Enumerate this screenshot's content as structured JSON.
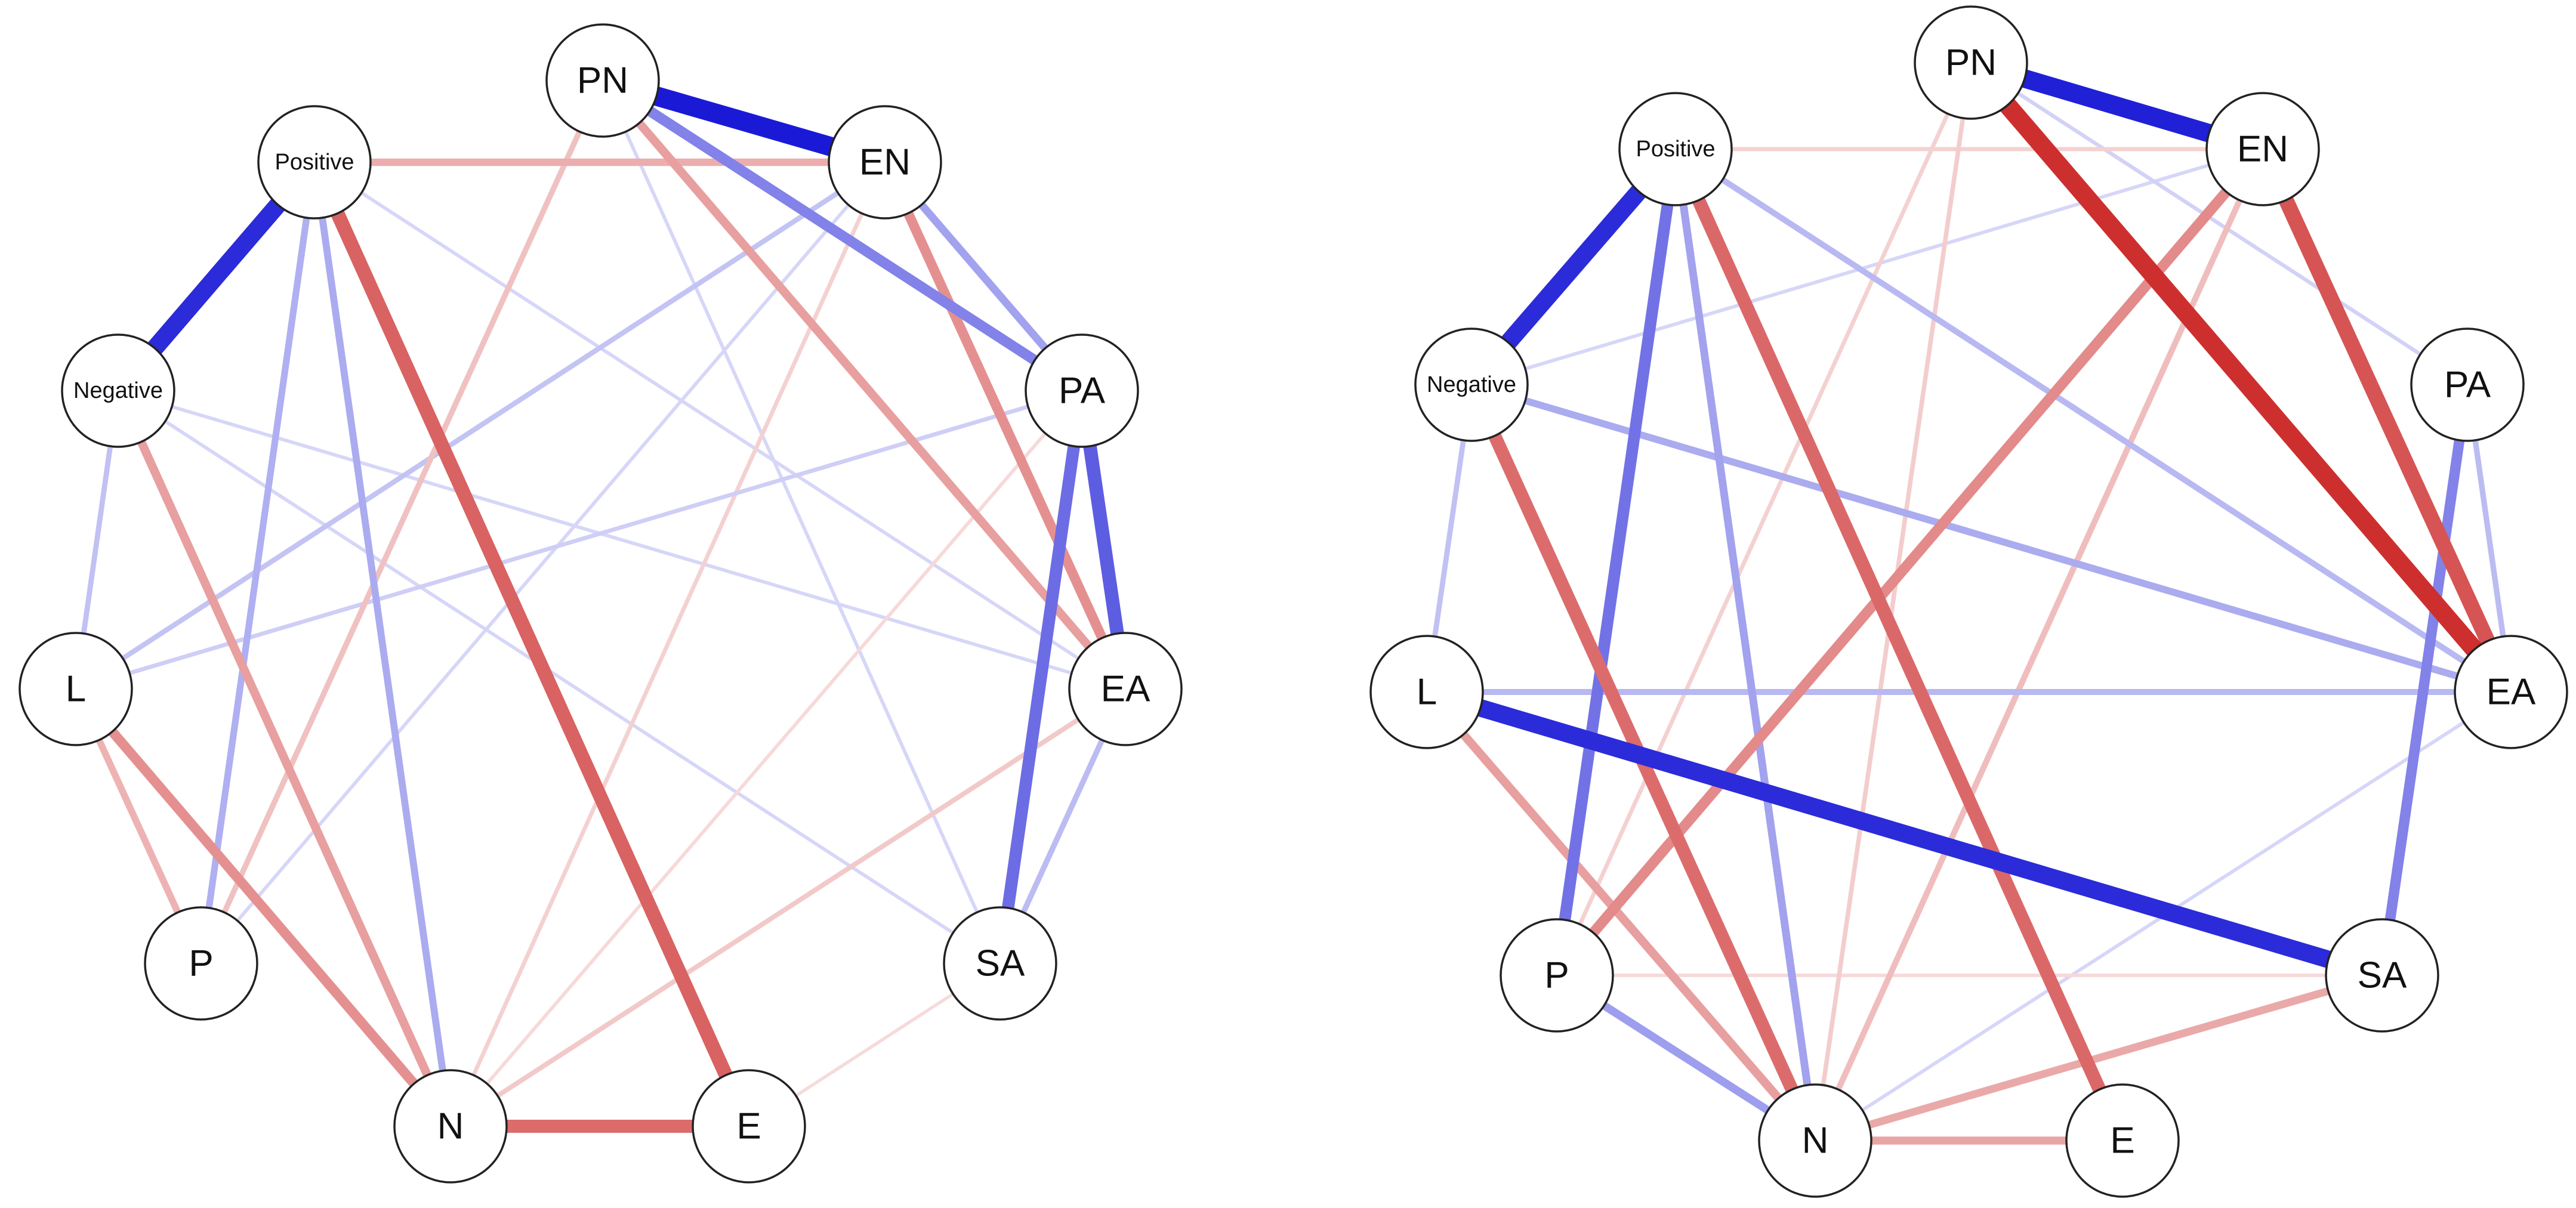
{
  "colors": {
    "positive": "#1a1ad6",
    "negative": "#cc2a2a",
    "node_fill": "#ffffff",
    "node_stroke": "#222222"
  },
  "networks": [
    {
      "id": "left",
      "nodes": [
        {
          "id": "PN",
          "label": "PN"
        },
        {
          "id": "EN",
          "label": "EN"
        },
        {
          "id": "PA",
          "label": "PA"
        },
        {
          "id": "EA",
          "label": "EA"
        },
        {
          "id": "SA",
          "label": "SA"
        },
        {
          "id": "E",
          "label": "E"
        },
        {
          "id": "N",
          "label": "N"
        },
        {
          "id": "P",
          "label": "P"
        },
        {
          "id": "L",
          "label": "L"
        },
        {
          "id": "Negative",
          "label": "Negative"
        },
        {
          "id": "Positive",
          "label": "Positive"
        }
      ],
      "edges": [
        {
          "from": "PN",
          "to": "EN",
          "weight": 0.95,
          "sign": "positive"
        },
        {
          "from": "PN",
          "to": "PA",
          "weight": 0.45,
          "sign": "positive"
        },
        {
          "from": "PN",
          "to": "EA",
          "weight": 0.35,
          "sign": "negative"
        },
        {
          "from": "PN",
          "to": "P",
          "weight": 0.18,
          "sign": "negative"
        },
        {
          "from": "PN",
          "to": "SA",
          "weight": 0.06,
          "sign": "positive"
        },
        {
          "from": "EN",
          "to": "Positive",
          "weight": 0.28,
          "sign": "negative"
        },
        {
          "from": "EN",
          "to": "EA",
          "weight": 0.42,
          "sign": "negative"
        },
        {
          "from": "EN",
          "to": "PA",
          "weight": 0.3,
          "sign": "positive"
        },
        {
          "from": "EN",
          "to": "L",
          "weight": 0.15,
          "sign": "positive"
        },
        {
          "from": "EN",
          "to": "N",
          "weight": 0.1,
          "sign": "negative"
        },
        {
          "from": "EN",
          "to": "P",
          "weight": 0.06,
          "sign": "positive"
        },
        {
          "from": "PA",
          "to": "EA",
          "weight": 0.62,
          "sign": "positive"
        },
        {
          "from": "PA",
          "to": "SA",
          "weight": 0.55,
          "sign": "positive"
        },
        {
          "from": "PA",
          "to": "L",
          "weight": 0.1,
          "sign": "positive"
        },
        {
          "from": "EA",
          "to": "SA",
          "weight": 0.18,
          "sign": "positive"
        },
        {
          "from": "EA",
          "to": "N",
          "weight": 0.14,
          "sign": "negative"
        },
        {
          "from": "EA",
          "to": "Negative",
          "weight": 0.06,
          "sign": "positive"
        },
        {
          "from": "EA",
          "to": "Positive",
          "weight": 0.06,
          "sign": "positive"
        },
        {
          "from": "Positive",
          "to": "Negative",
          "weight": 0.85,
          "sign": "positive"
        },
        {
          "from": "Positive",
          "to": "E",
          "weight": 0.65,
          "sign": "negative"
        },
        {
          "from": "Positive",
          "to": "N",
          "weight": 0.26,
          "sign": "positive"
        },
        {
          "from": "Positive",
          "to": "P",
          "weight": 0.24,
          "sign": "positive"
        },
        {
          "from": "Negative",
          "to": "N",
          "weight": 0.35,
          "sign": "negative"
        },
        {
          "from": "Negative",
          "to": "L",
          "weight": 0.16,
          "sign": "positive"
        },
        {
          "from": "Negative",
          "to": "SA",
          "weight": 0.06,
          "sign": "positive"
        },
        {
          "from": "L",
          "to": "N",
          "weight": 0.42,
          "sign": "negative"
        },
        {
          "from": "L",
          "to": "P",
          "weight": 0.25,
          "sign": "negative"
        },
        {
          "from": "N",
          "to": "E",
          "weight": 0.6,
          "sign": "negative"
        },
        {
          "from": "N",
          "to": "PA",
          "weight": 0.06,
          "sign": "negative"
        },
        {
          "from": "E",
          "to": "SA",
          "weight": 0.05,
          "sign": "negative"
        }
      ]
    },
    {
      "id": "right",
      "nodes": [
        {
          "id": "PN",
          "label": "PN"
        },
        {
          "id": "EN",
          "label": "EN"
        },
        {
          "id": "PA",
          "label": "PA"
        },
        {
          "id": "EA",
          "label": "EA"
        },
        {
          "id": "SA",
          "label": "SA"
        },
        {
          "id": "E",
          "label": "E"
        },
        {
          "id": "N",
          "label": "N"
        },
        {
          "id": "P",
          "label": "P"
        },
        {
          "id": "L",
          "label": "L"
        },
        {
          "id": "Negative",
          "label": "Negative"
        },
        {
          "id": "Positive",
          "label": "Positive"
        }
      ],
      "edges": [
        {
          "from": "PN",
          "to": "EN",
          "weight": 0.9,
          "sign": "positive"
        },
        {
          "from": "PN",
          "to": "EA",
          "weight": 0.9,
          "sign": "negative"
        },
        {
          "from": "PN",
          "to": "N",
          "weight": 0.12,
          "sign": "negative"
        },
        {
          "from": "PN",
          "to": "P",
          "weight": 0.1,
          "sign": "negative"
        },
        {
          "from": "PN",
          "to": "PA",
          "weight": 0.08,
          "sign": "positive"
        },
        {
          "from": "EN",
          "to": "EA",
          "weight": 0.72,
          "sign": "negative"
        },
        {
          "from": "EN",
          "to": "P",
          "weight": 0.45,
          "sign": "negative"
        },
        {
          "from": "EN",
          "to": "N",
          "weight": 0.2,
          "sign": "negative"
        },
        {
          "from": "EN",
          "to": "Positive",
          "weight": 0.1,
          "sign": "negative"
        },
        {
          "from": "EN",
          "to": "Negative",
          "weight": 0.06,
          "sign": "positive"
        },
        {
          "from": "PA",
          "to": "SA",
          "weight": 0.45,
          "sign": "positive"
        },
        {
          "from": "PA",
          "to": "EA",
          "weight": 0.18,
          "sign": "positive"
        },
        {
          "from": "L",
          "to": "SA",
          "weight": 0.85,
          "sign": "positive"
        },
        {
          "from": "L",
          "to": "EA",
          "weight": 0.2,
          "sign": "positive"
        },
        {
          "from": "L",
          "to": "N",
          "weight": 0.35,
          "sign": "negative"
        },
        {
          "from": "L",
          "to": "Negative",
          "weight": 0.16,
          "sign": "positive"
        },
        {
          "from": "Positive",
          "to": "Negative",
          "weight": 0.85,
          "sign": "positive"
        },
        {
          "from": "Positive",
          "to": "E",
          "weight": 0.62,
          "sign": "negative"
        },
        {
          "from": "Positive",
          "to": "P",
          "weight": 0.52,
          "sign": "positive"
        },
        {
          "from": "Positive",
          "to": "N",
          "weight": 0.3,
          "sign": "positive"
        },
        {
          "from": "Positive",
          "to": "EA",
          "weight": 0.2,
          "sign": "positive"
        },
        {
          "from": "Negative",
          "to": "N",
          "weight": 0.6,
          "sign": "negative"
        },
        {
          "from": "Negative",
          "to": "EA",
          "weight": 0.26,
          "sign": "positive"
        },
        {
          "from": "P",
          "to": "N",
          "weight": 0.32,
          "sign": "positive"
        },
        {
          "from": "N",
          "to": "SA",
          "weight": 0.3,
          "sign": "negative"
        },
        {
          "from": "N",
          "to": "E",
          "weight": 0.32,
          "sign": "negative"
        },
        {
          "from": "N",
          "to": "EA",
          "weight": 0.06,
          "sign": "positive"
        },
        {
          "from": "SA",
          "to": "P",
          "weight": 0.06,
          "sign": "negative"
        }
      ]
    }
  ]
}
